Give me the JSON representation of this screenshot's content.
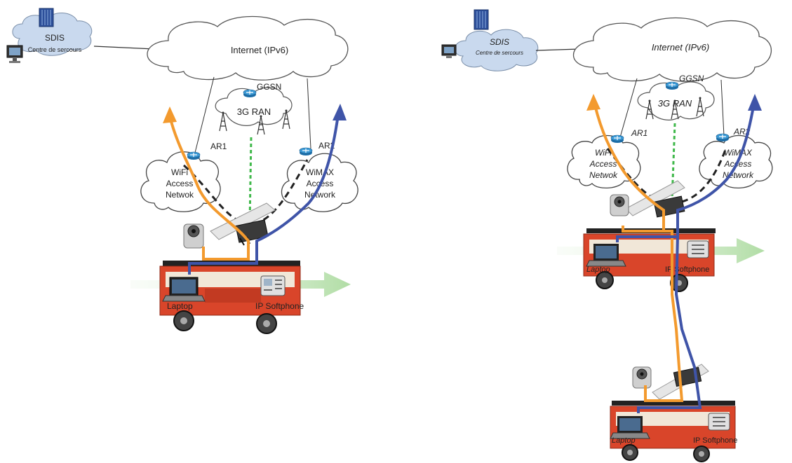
{
  "left": {
    "sdis_title": "SDIS",
    "sdis_subtitle": "Centre de sercours",
    "internet_label": "Internet (IPv6)",
    "ggsn_label": "GGSN",
    "ran_label": "3G RAN",
    "ar1_label": "AR1",
    "ar2_label": "AR2",
    "wifi_label": [
      "WiFi",
      "Access",
      "Netwok"
    ],
    "wimax_label": [
      "WiMAX",
      "Access",
      "Network"
    ],
    "laptop_label": "Laptop",
    "softphone_label": "IP Softphone"
  },
  "right": {
    "sdis_title": "SDIS",
    "sdis_subtitle": "Centre de sercours",
    "internet_label": "Internet (IPv6)",
    "ggsn_label": "GGSN",
    "ran_label": "3G RAN",
    "ar1_label": "AR1",
    "ar2_label": "AR2",
    "wifi_label": [
      "WiFi",
      "Access",
      "Netwok"
    ],
    "wimax_label": [
      "WiMAX",
      "Access",
      "Network"
    ],
    "truck1_laptop_label": "Laptop",
    "truck1_softphone_label": "IP Softphone",
    "truck2_laptop_label": "Laptop",
    "truck2_softphone_label": "IP Softphone"
  },
  "colors": {
    "orange_path": "#f39a2e",
    "blue_path": "#3f54a8",
    "green_link": "#3fb84a",
    "cloud_fill": "#ffffff",
    "sdis_fill": "#c9d9ee",
    "truck_red": "#d9452a",
    "motion_arrow": "#bfe3b5"
  }
}
